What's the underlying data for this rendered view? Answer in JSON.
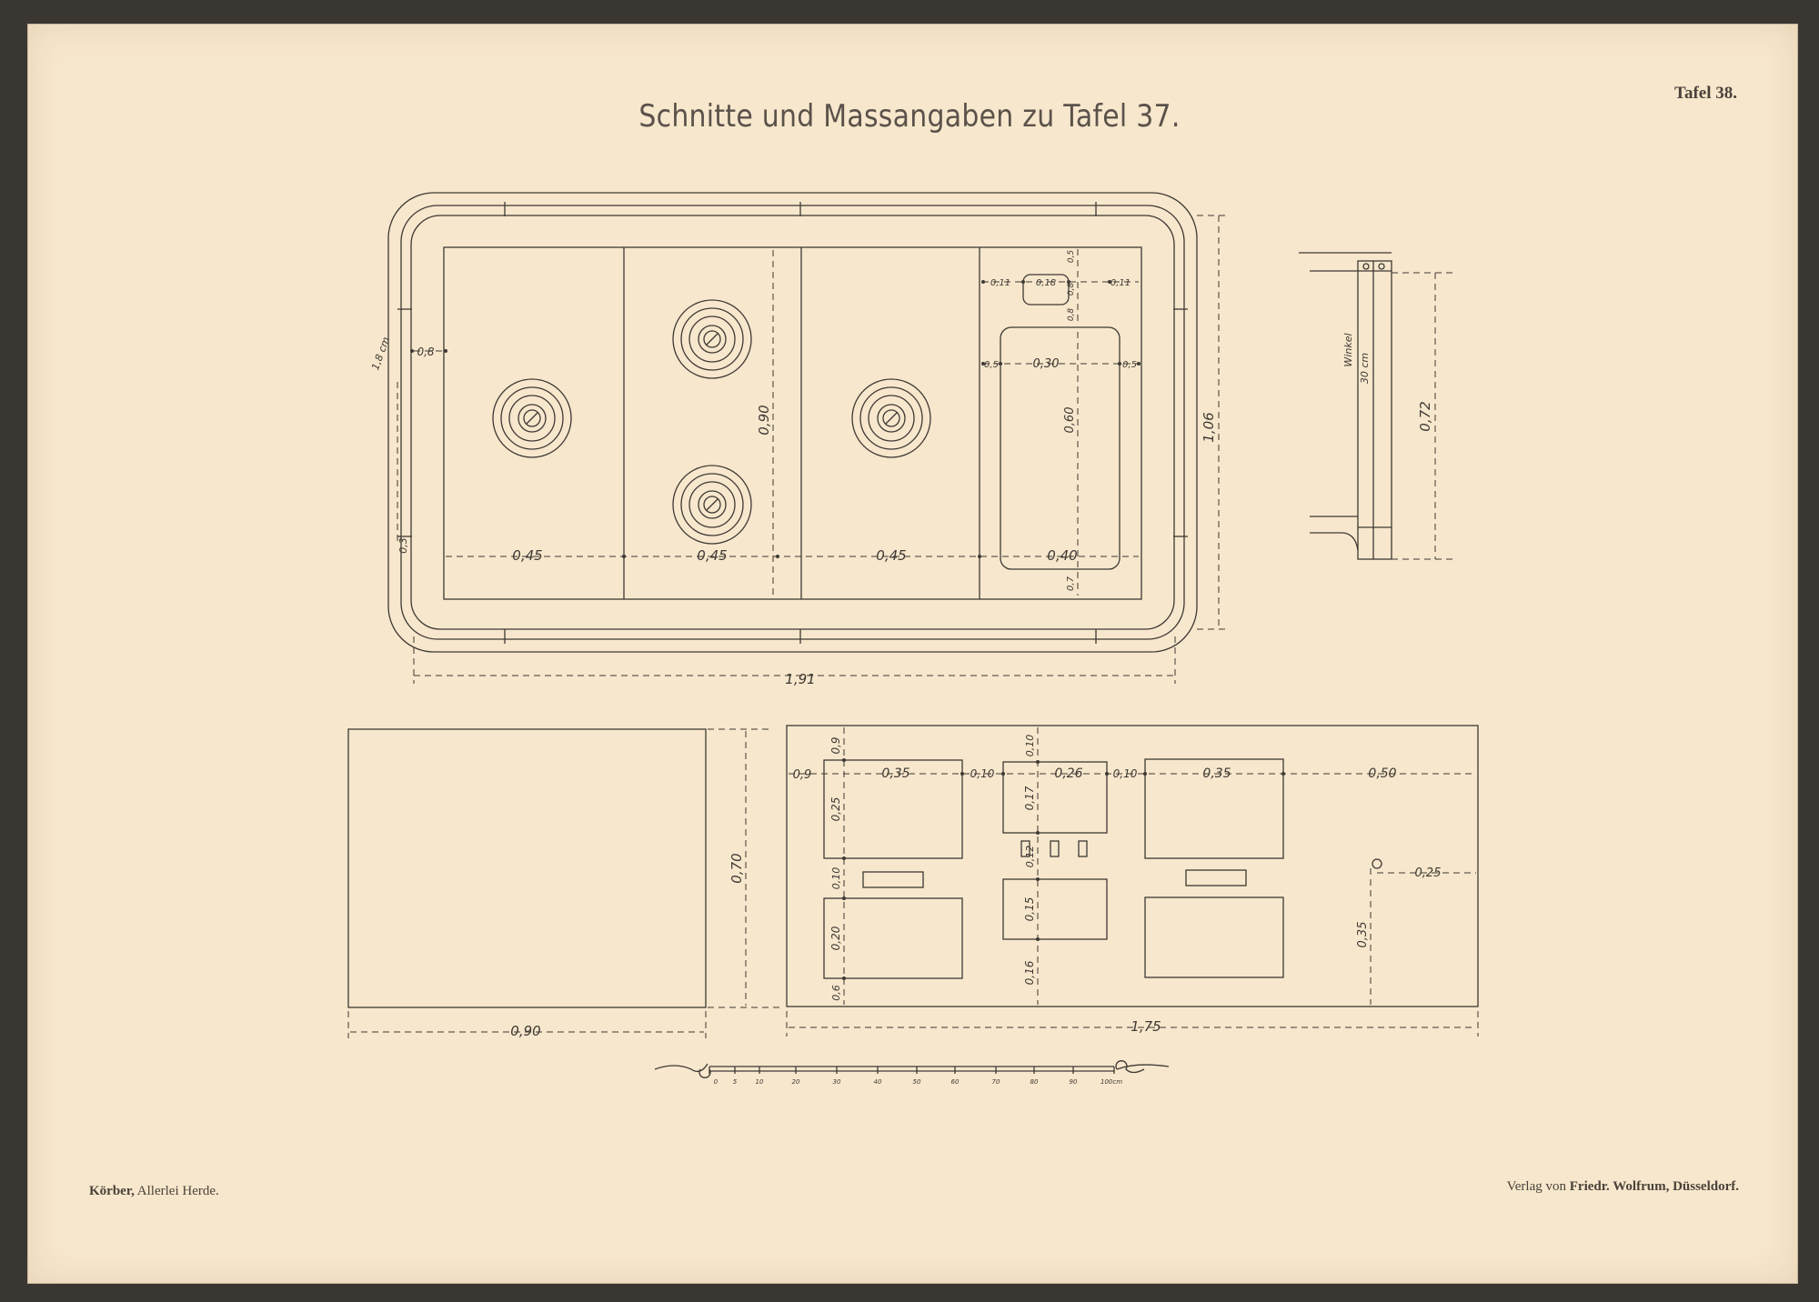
{
  "header": {
    "title": "Schnitte und Massangaben zu Tafel 37.",
    "plate": "Tafel 38."
  },
  "footer": {
    "author": "Körber,",
    "work": "Allerlei Herde.",
    "publisher_prefix": "Verlag von",
    "publisher": "Friedr. Wolfrum, Düsseldorf."
  },
  "plan": {
    "dim_width_total": "1,91",
    "dim_depth_total": "1,06",
    "dim_plate_depth": "0,90",
    "dim_section_1": "0,45",
    "dim_section_2": "0,45",
    "dim_section_3": "0,45",
    "dim_section_4": "0,40",
    "dim_rim": "0,8",
    "dim_rim_small": "0,3",
    "dim_oven_width": "0,30",
    "dim_oven_side_left": "0,5",
    "dim_oven_side_right": "0,5",
    "dim_oven_depth": "0,60",
    "dim_oven_bottom": "0,7",
    "dim_slot_left": "0,11",
    "dim_slot_width": "0,18",
    "dim_slot_right": "0,11",
    "dim_slot_top": "0,5",
    "dim_slot_depth": "0,8",
    "dim_slot_lower": "0,8",
    "rail_note": "1,8 cm"
  },
  "side": {
    "dim_height": "0,72",
    "note_1": "Winkel",
    "note_2": "30 cm"
  },
  "elevation_left": {
    "dim_width": "0,90",
    "dim_height": "0,70"
  },
  "elevation_front": {
    "dim_width": "1,75",
    "dim_left_margin": "0,9",
    "dim_door1_width": "0,35",
    "dim_gap1": "0,10",
    "dim_door2_width": "0,26",
    "dim_gap2": "0,10",
    "dim_door3_width": "0,35",
    "dim_right": "0,50",
    "dim_top_margin": "0,9",
    "dim_upper_door_height": "0,25",
    "dim_mid_gap": "0,10",
    "dim_lower_door_height": "0,20",
    "dim_bottom_margin": "0,6",
    "dim_center_top": "0,10",
    "dim_center_upper": "0,17",
    "dim_center_mid": "0,12",
    "dim_center_lower": "0,15",
    "dim_center_bottom": "0,16",
    "dim_knob_offset": "0,25",
    "dim_knob_height": "0,35"
  },
  "scale": {
    "labels": [
      "0",
      "5",
      "10",
      "20",
      "30",
      "40",
      "50",
      "60",
      "70",
      "80",
      "90",
      "100cm"
    ]
  }
}
